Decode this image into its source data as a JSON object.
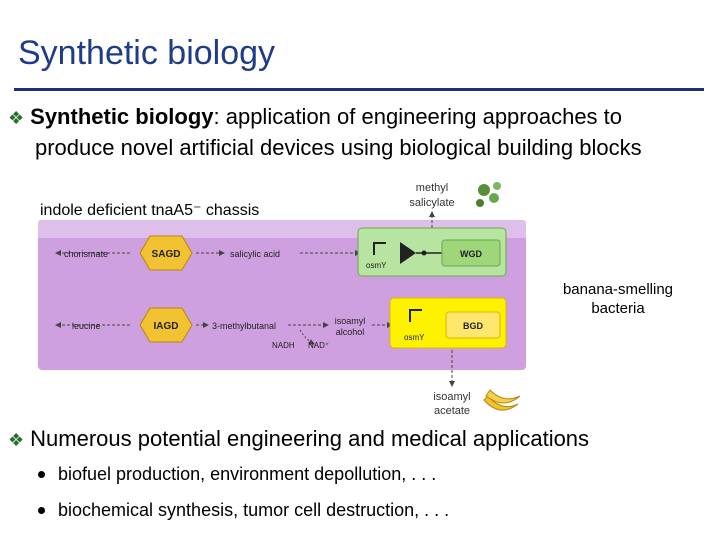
{
  "slide": {
    "title": "Synthetic biology",
    "bullets": [
      {
        "term": "Synthetic biology",
        "text_line1": ": application of engineering approaches to",
        "text_line2": "produce novel artificial devices using biological building blocks"
      },
      {
        "text": "Numerous potential engineering and medical applications",
        "subitems": [
          "biofuel production, environment depollution, . . .",
          "biochemical synthesis, tumor cell destruction, . . ."
        ]
      }
    ]
  },
  "diagram": {
    "chassis_label": "indole deficient tnaA5⁻ chassis",
    "top_product": {
      "line1": "methyl",
      "line2": "salicylate"
    },
    "bottom_product": {
      "line1": "isoamyl",
      "line2": "acetate"
    },
    "side_label": {
      "line1": "banana-smelling",
      "line2": "bacteria"
    },
    "row1": {
      "substrate": "chorismate",
      "enzyme": "SAGD",
      "intermediate": "salicylic acid",
      "promoter": "osmY",
      "output_gene": "WGD"
    },
    "row2": {
      "substrate": "leucine",
      "enzyme": "IAGD",
      "intermediate": "3-methylbutanal",
      "alcohol": {
        "line1": "isoamyl",
        "line2": "alcohol"
      },
      "cofactor1": "NADH",
      "cofactor2": "NAD⁺",
      "promoter": "osmY",
      "output_gene": "BGD"
    },
    "colors": {
      "cell": "#cfa0e0",
      "chassis_band": "#e7d4f2",
      "hexagon": "#f1c232",
      "gene_box": "#b7e4a0",
      "gene_box_border": "#6aa84f",
      "yellow_box": "#fff200"
    }
  }
}
